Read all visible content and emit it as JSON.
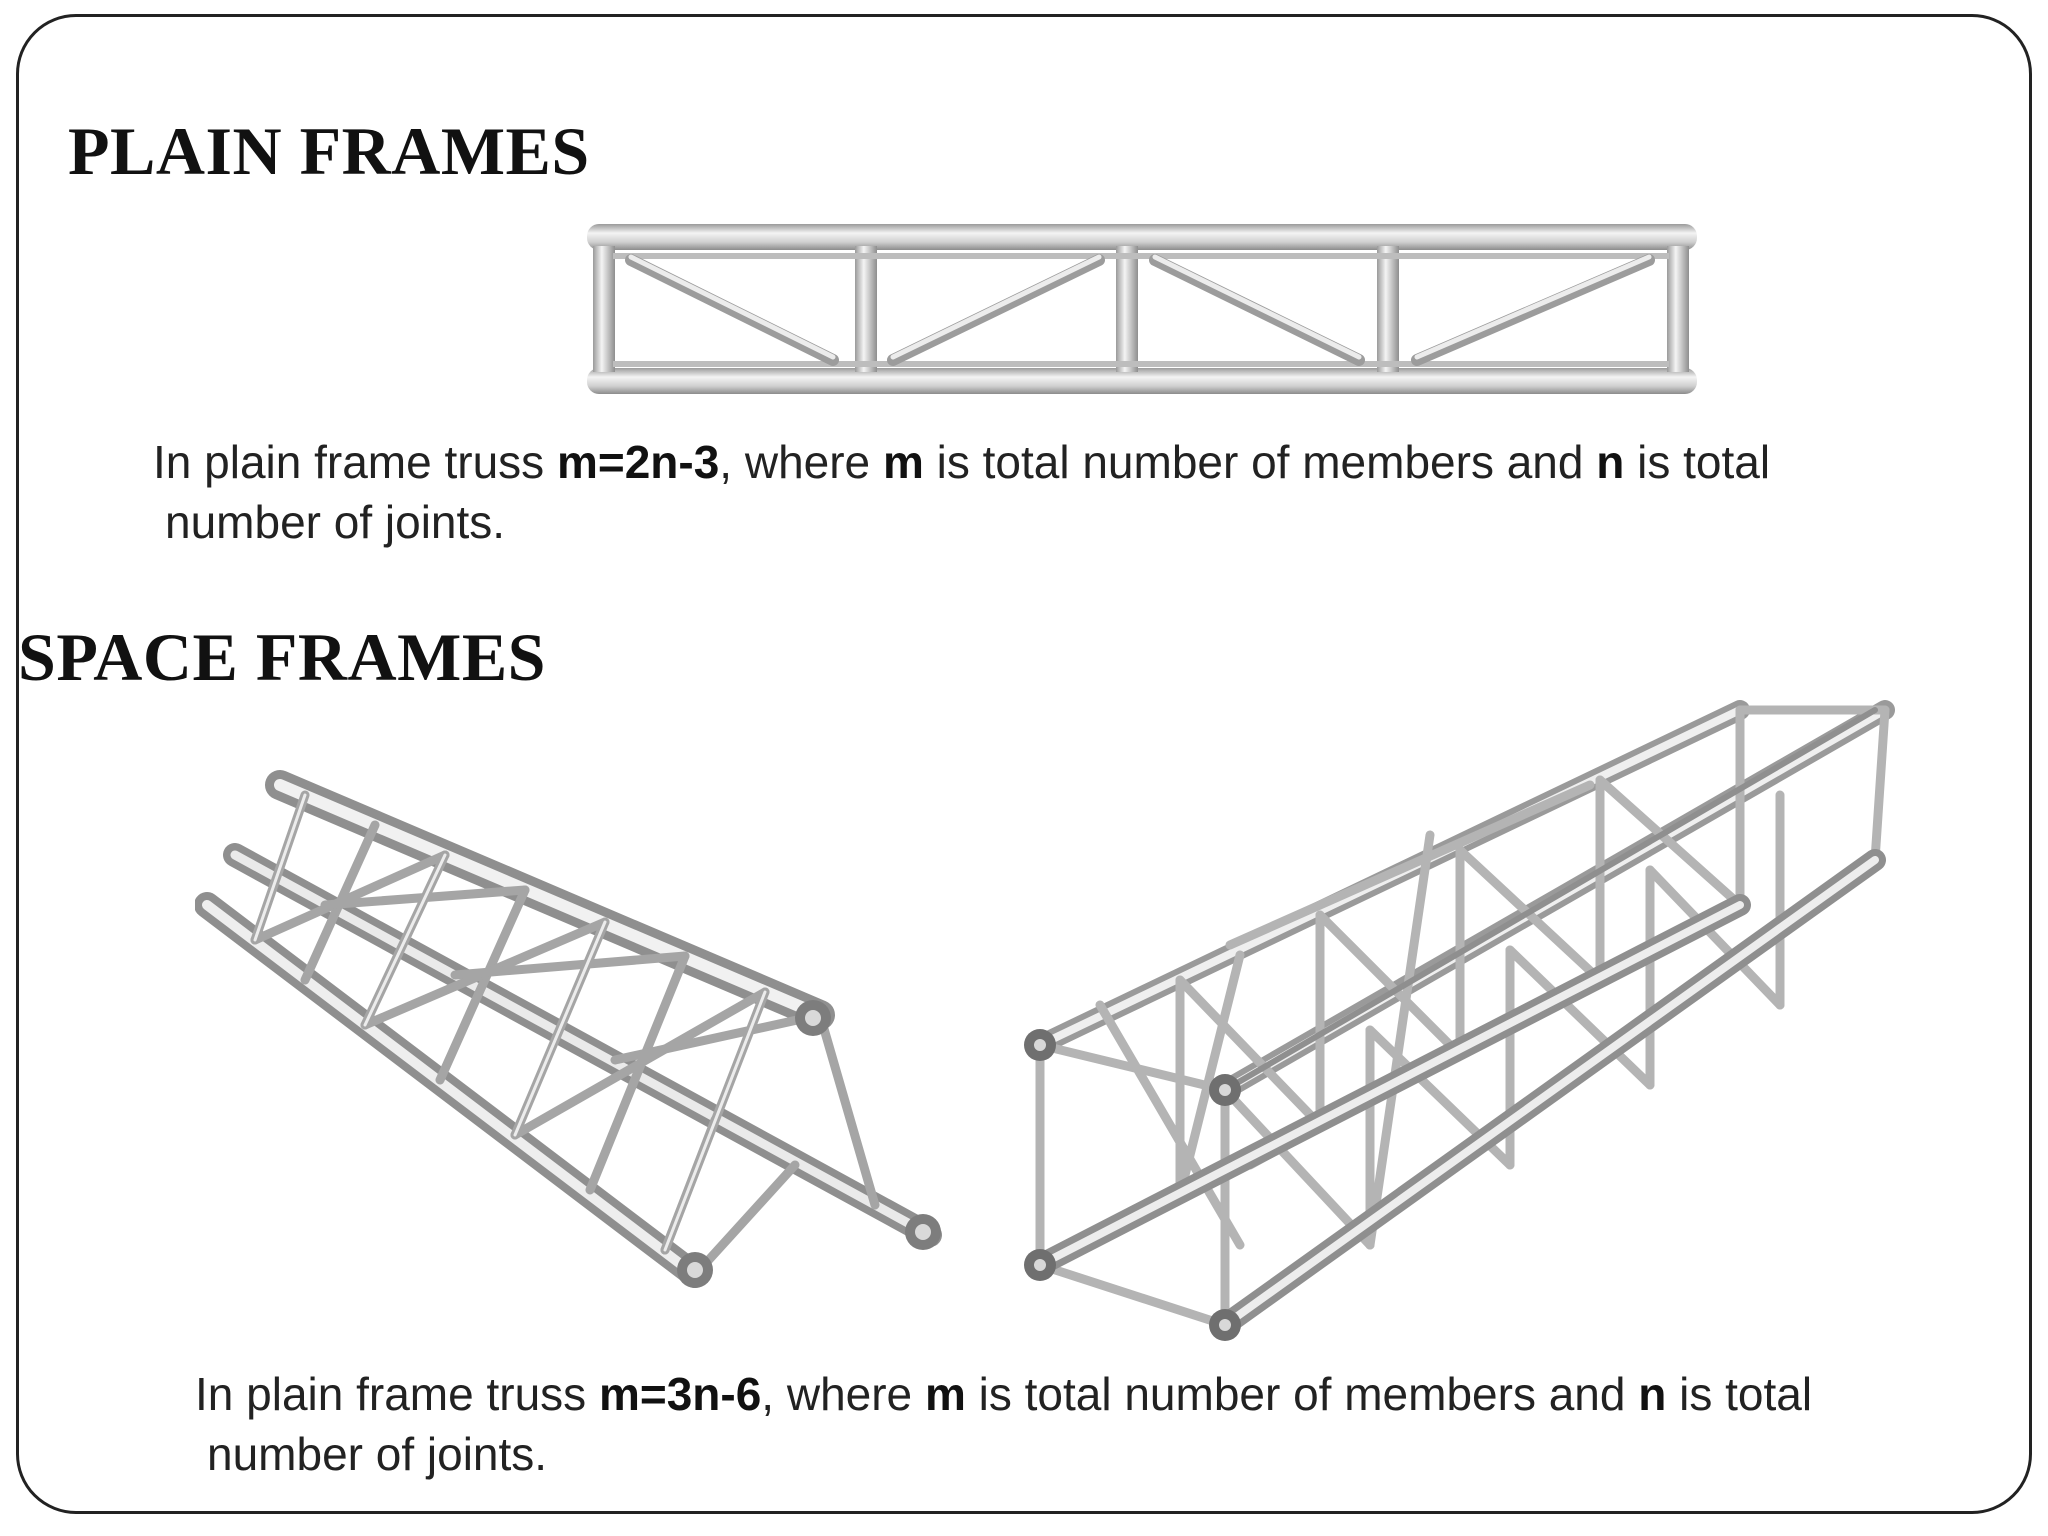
{
  "plain_frames": {
    "heading": "PLAIN FRAMES",
    "caption": {
      "prefix": "In plain frame truss ",
      "formula": "m=2n-3",
      "mid1": ", where ",
      "m_symbol": "m",
      "mid2": " is total number of members and ",
      "n_symbol": "n",
      "suffix": " is total",
      "line2": "number of joints."
    }
  },
  "space_frames": {
    "heading": "SPACE FRAMES",
    "caption": {
      "prefix": "In plain frame truss ",
      "formula": "m=3n-6",
      "mid1": ", where ",
      "m_symbol": "m",
      "mid2": " is total number of members and ",
      "n_symbol": "n",
      "suffix": " is total",
      "line2": "number of joints."
    }
  },
  "colors": {
    "metal_light": "#f2f2f2",
    "metal_mid": "#c9c9c9",
    "metal_dark": "#8e8e8e",
    "text": "#222222",
    "border": "#222222"
  }
}
